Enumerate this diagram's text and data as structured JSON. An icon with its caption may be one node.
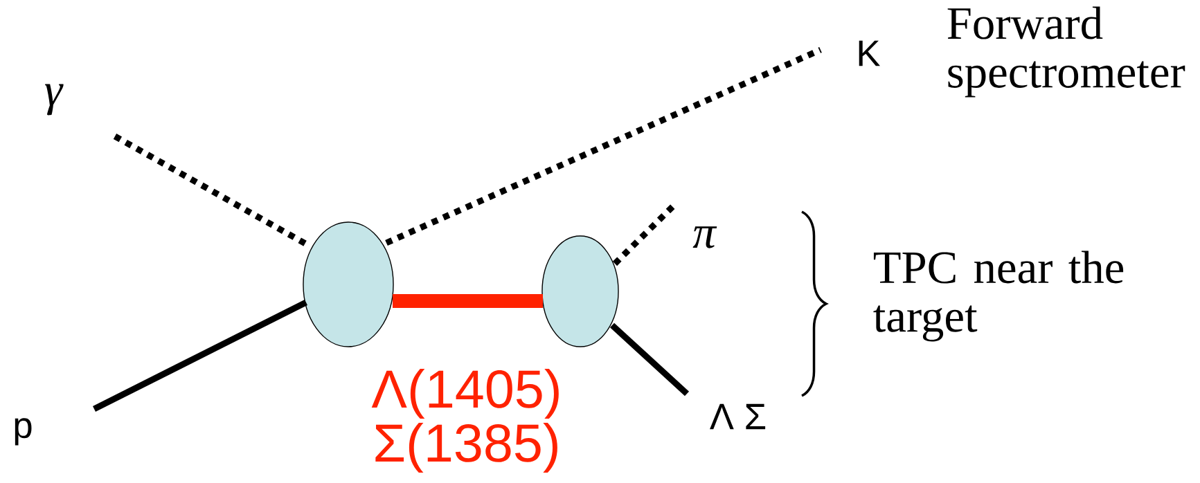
{
  "diagram": {
    "nodes": [
      {
        "text": [
          "γ"
        ]
      },
      {
        "text": [
          "K"
        ]
      },
      {
        "text": [],
        "shape": "circle"
      },
      {
        "text": [],
        "shape": "circle"
      },
      {
        "text": [
          "π"
        ]
      },
      {
        "text": [
          "Λ Σ"
        ]
      },
      {
        "text": [
          "p"
        ]
      }
    ],
    "edges": [
      {
        "from": 6,
        "to": 2,
        "arrow": "none"
      },
      {
        "from": 0,
        "to": 2,
        "arrow": "none",
        "style": "dashed"
      },
      {
        "from": 2,
        "to": 1,
        "arrow": "none",
        "style": "dashed"
      },
      {
        "from": 2,
        "to": 3,
        "arrow": "none",
        "style": "thick",
        "color": "#ff2200"
      },
      {
        "from": 3,
        "to": 4,
        "arrow": "none",
        "style": "dashed"
      },
      {
        "from": 3,
        "to": 5,
        "arrow": "none"
      }
    ],
    "labels": [
      "Λ(1405)",
      "Σ(1385)",
      "Forward spectrometer",
      "TPC near the target"
    ]
  }
}
